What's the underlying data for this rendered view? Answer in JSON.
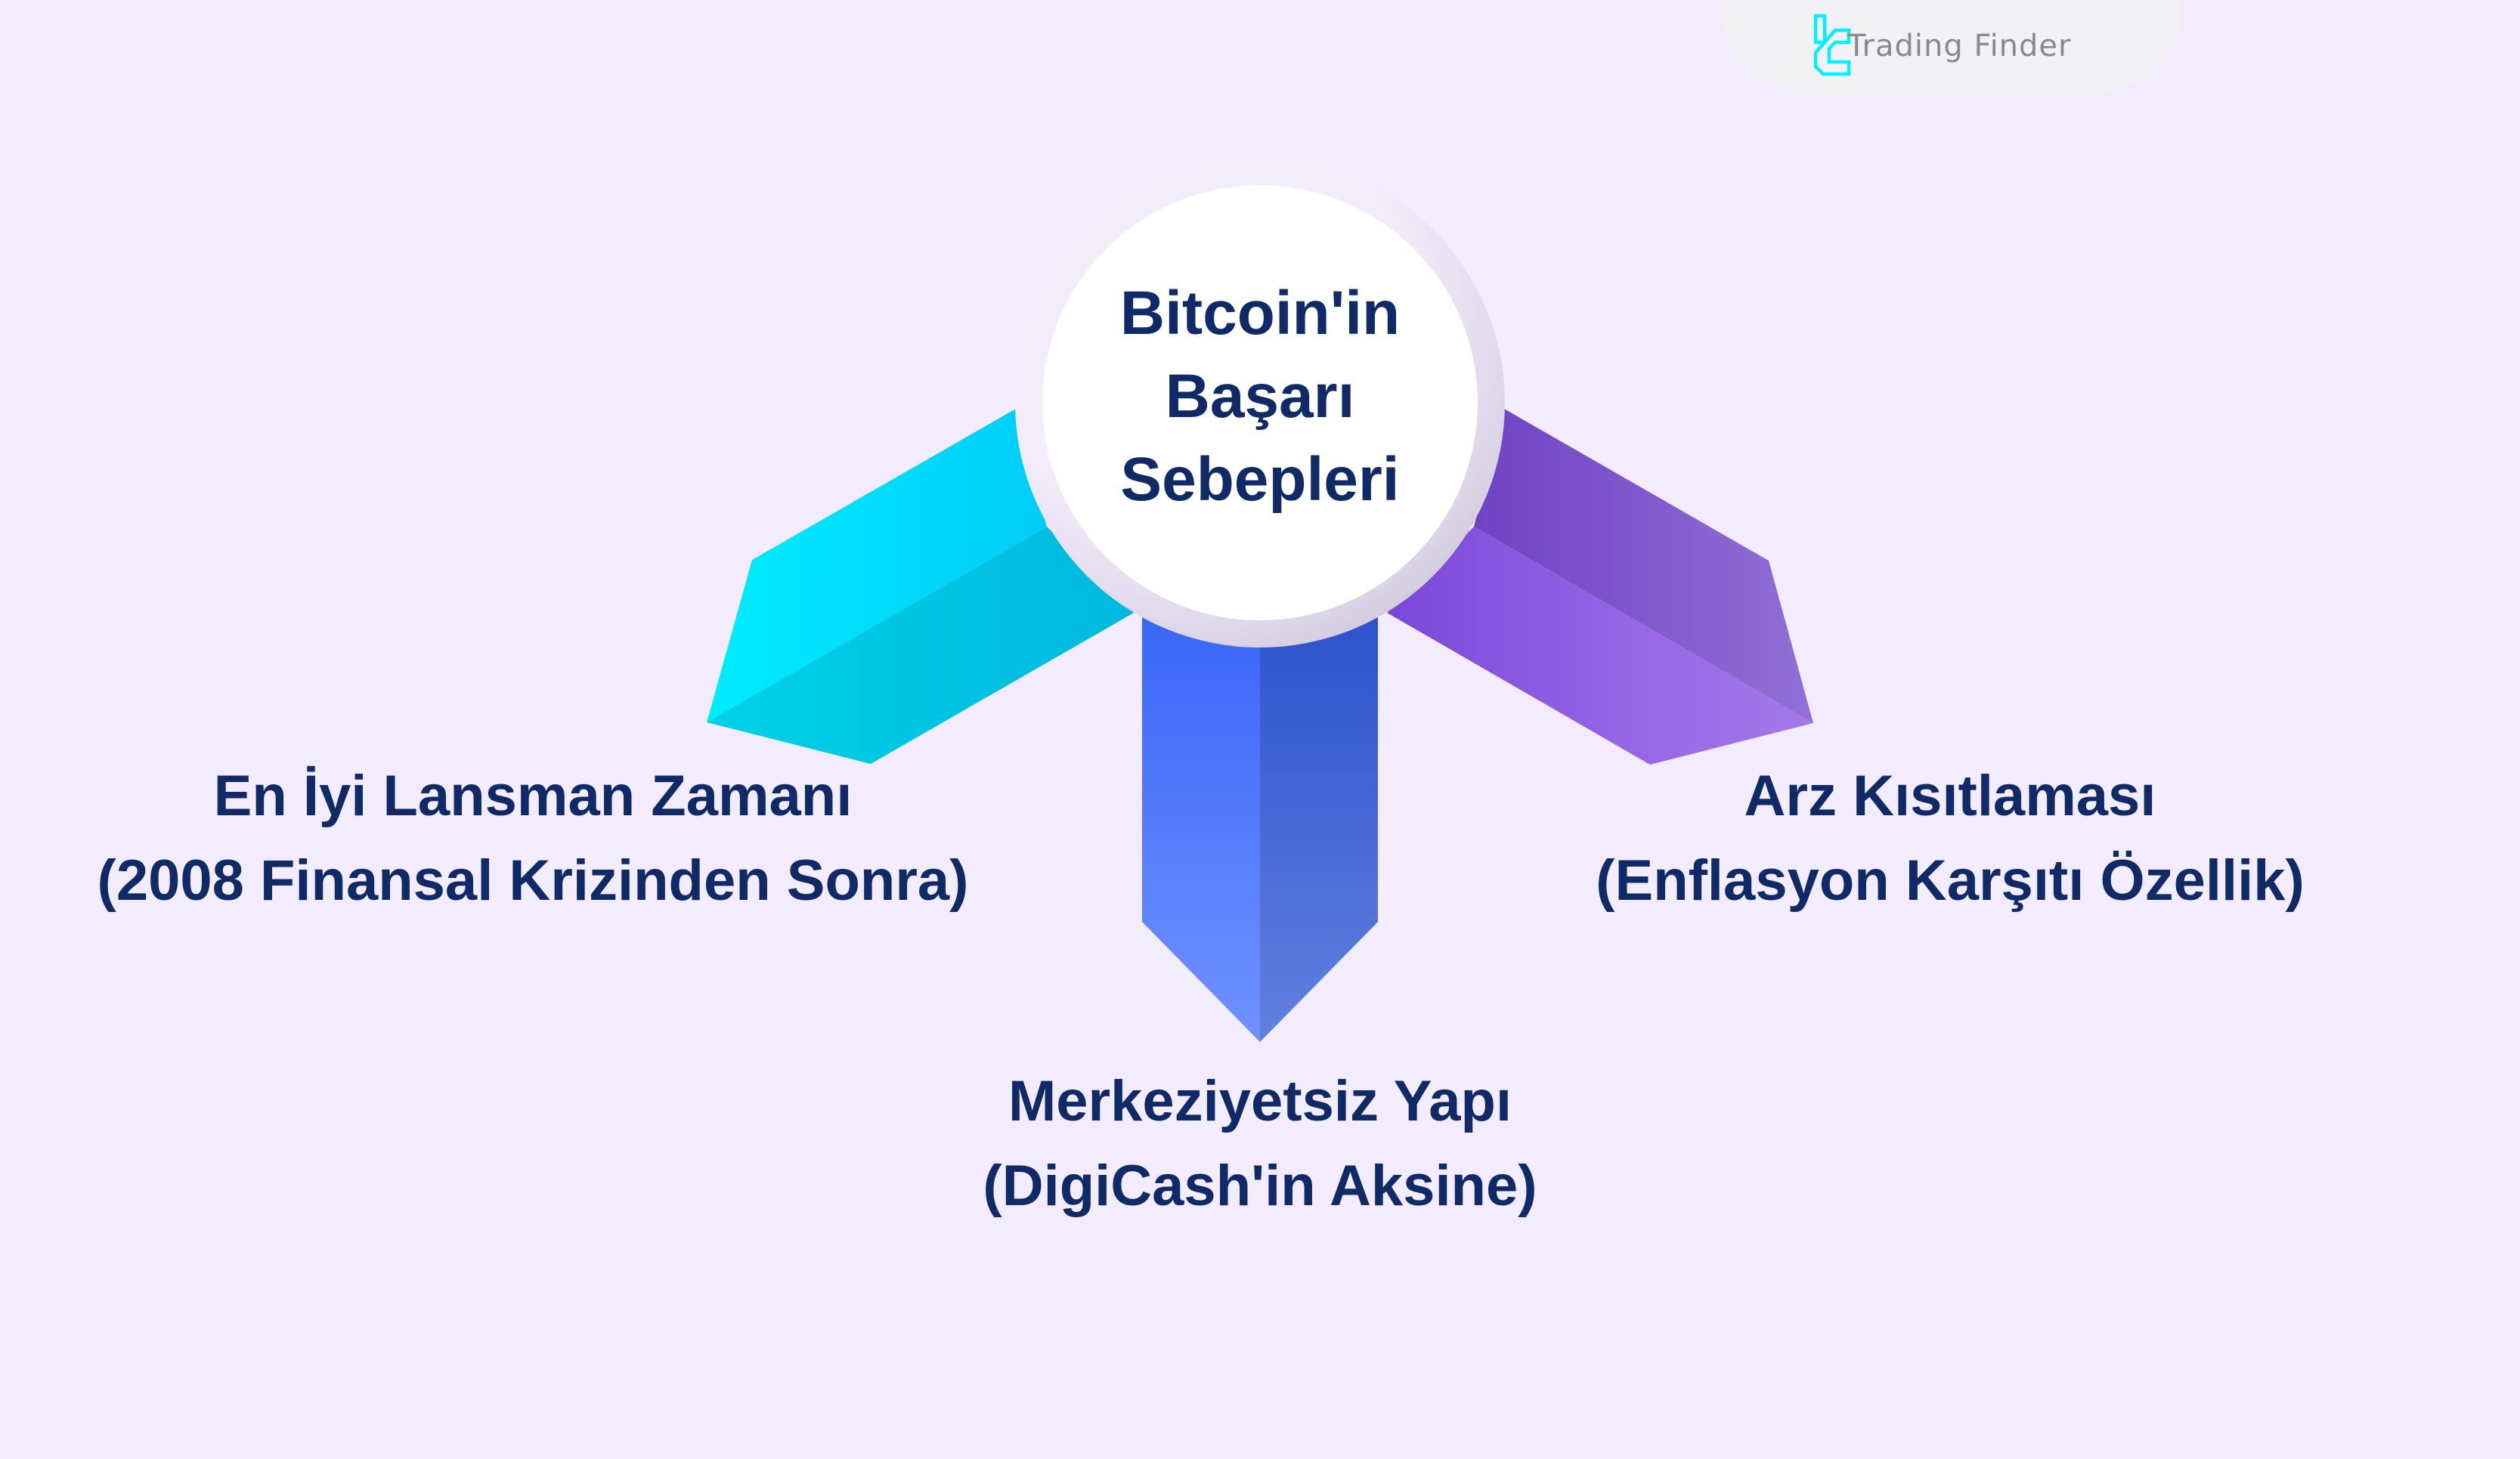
{
  "brand": {
    "name": "Trading Finder",
    "logo_icon": "trading-finder-logo-icon",
    "logo_color": "#00f0ff",
    "text_color": "#8a8a8e"
  },
  "diagram": {
    "background_color": "#f3ebfe",
    "text_color": "#0f2a66",
    "hub": {
      "lines": [
        "Bitcoin'in",
        "Başarı",
        "Sebepleri"
      ],
      "fill": "#ffffff"
    },
    "branches": [
      {
        "id": "left",
        "direction": "down-left",
        "color_light": "#00e4ff",
        "color_dark": "#00bfe0",
        "lines": [
          "En İyi Lansman Zamanı",
          "(2008 Finansal Krizinden Sonra)"
        ]
      },
      {
        "id": "bottom",
        "direction": "down",
        "color_light": "#6b8fff",
        "color_dark": "#3058d0",
        "lines": [
          "Merkeziyetsiz Yapı",
          "(DigiCash'in Aksine)"
        ]
      },
      {
        "id": "right",
        "direction": "down-right",
        "color_light": "#a07ae8",
        "color_dark": "#7245c8",
        "lines": [
          "Arz Kısıtlaması",
          "(Enflasyon Karşıtı Özellik)"
        ]
      }
    ]
  }
}
